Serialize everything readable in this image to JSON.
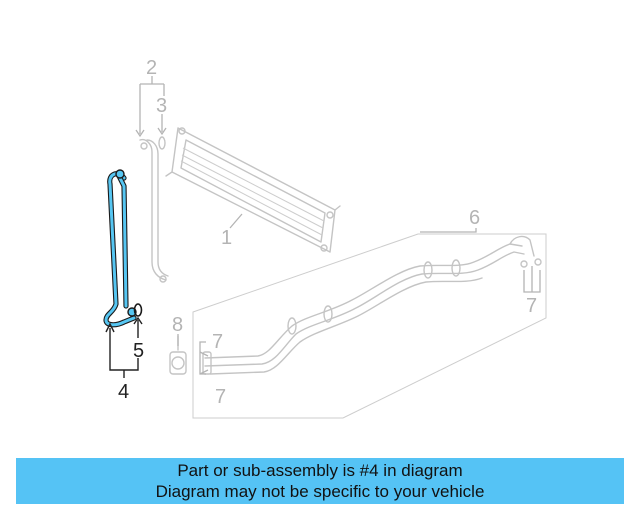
{
  "callouts": {
    "c1": "1",
    "c2": "2",
    "c3": "3",
    "c4": "4",
    "c5": "5",
    "c6": "6",
    "c7a": "7",
    "c7b": "7",
    "c7c": "7",
    "c8": "8"
  },
  "banner": {
    "line1": "Part or sub-assembly is #4 in diagram",
    "line2": "Diagram may not be specific to your vehicle"
  },
  "colors": {
    "highlight": "#56c6f2",
    "banner": "#55c3f5",
    "ghost": "#c4c4c4"
  }
}
